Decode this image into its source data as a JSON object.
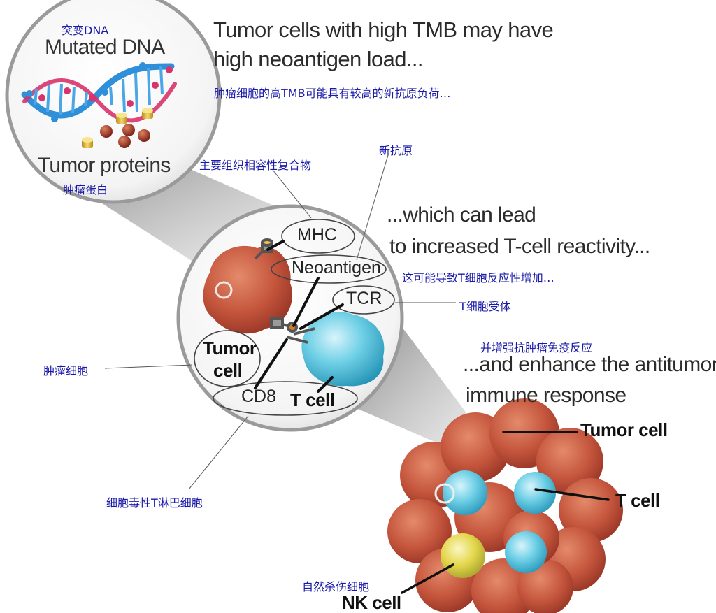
{
  "top_left_circle": {
    "cn_mutated_dna": "突变DNA",
    "mutated_dna": "Mutated DNA",
    "tumor_proteins": "Tumor proteins",
    "cn_tumor_proteins": "肿瘤蛋白"
  },
  "headline": {
    "line1": "Tumor cells with high TMB may have",
    "line2": "high neoantigen load...",
    "cn": "肿瘤细胞的高TMB可能具有较高的新抗原负荷…"
  },
  "middle_circle": {
    "cn_mhc": "主要组织相容性复合物",
    "mhc": "MHC",
    "cn_neoantigen": "新抗原",
    "neoantigen": "Neoantigen",
    "tcr": "TCR",
    "cn_tcr": "T细胞受体",
    "tumor_cell_line1": "Tumor",
    "tumor_cell_line2": "cell",
    "cn_tumor_cell": "肿瘤细胞",
    "cd8": "CD8",
    "t_cell": "T cell",
    "cn_cd8_t_cell": "细胞毒性T淋巴细胞"
  },
  "reactivity": {
    "line1": "...which can lead",
    "line2": "to increased T-cell reactivity...",
    "cn": "这可能导致T细胞反应性增加…"
  },
  "response": {
    "cn": "并增强抗肿瘤免疫反应",
    "line1": "...and enhance the antitumor",
    "line2": "immune response"
  },
  "cluster": {
    "tumor_cell": "Tumor cell",
    "t_cell": "T cell",
    "cn_nk_cell": "自然杀伤细胞",
    "nk_cell": "NK cell"
  },
  "colors": {
    "chinese_text": "#1a1aa8",
    "tumor_cell": "#c4553c",
    "t_cell": "#3fb6d4",
    "nk_cell": "#e3d64a",
    "dna_blue": "#2f8fd8",
    "dna_pink": "#d8336c"
  }
}
